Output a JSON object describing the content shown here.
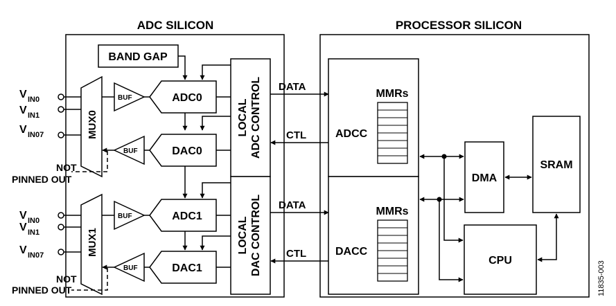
{
  "titles": {
    "adc_silicon": "ADC SILICON",
    "processor_silicon": "PROCESSOR SILICON"
  },
  "blocks": {
    "band_gap": "BAND GAP",
    "adc0": "ADC0",
    "dac0": "DAC0",
    "adc1": "ADC1",
    "dac1": "DAC1",
    "mux0": "MUX0",
    "mux1": "MUX1",
    "buf": "BUF",
    "local_adc_control_line1": "LOCAL",
    "local_adc_control_line2": "ADC CONTROL",
    "local_dac_control_line1": "LOCAL",
    "local_dac_control_line2": "DAC CONTROL",
    "adcc": "ADCC",
    "dacc": "DACC",
    "mmrs": "MMRs",
    "dma": "DMA",
    "sram": "SRAM",
    "cpu": "CPU"
  },
  "signals": {
    "data": "DATA",
    "ctl": "CTL"
  },
  "inputs": {
    "v": "V",
    "in0": "IN0",
    "in1": "IN1",
    "in07": "IN07",
    "not": "NOT",
    "pinned_out": "PINNED OUT"
  },
  "figure_id": "11835-003"
}
